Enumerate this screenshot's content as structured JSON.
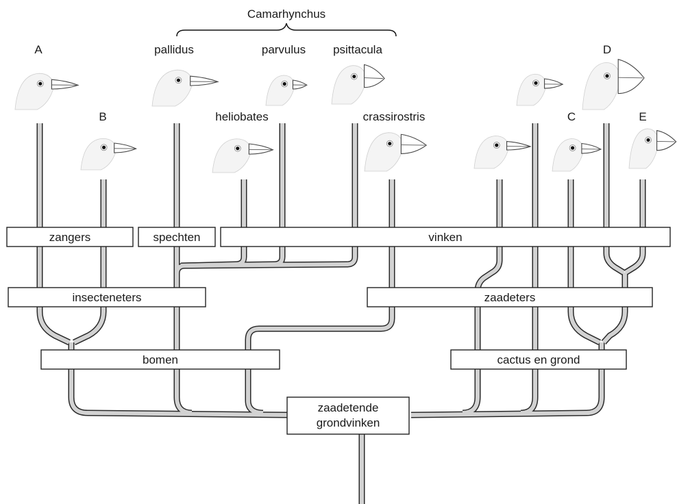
{
  "group_label": "Camarhynchus",
  "species": {
    "A": "A",
    "B": "B",
    "C": "C",
    "D": "D",
    "E": "E",
    "pallidus": "pallidus",
    "parvulus": "parvulus",
    "psittacula": "psittacula",
    "heliobates": "heliobates",
    "crassirostris": "crassirostris"
  },
  "boxes": {
    "zangers": "zangers",
    "spechten": "spechten",
    "vinken": "vinken",
    "insecteneters": "insecteneters",
    "zaadeters": "zaadeters",
    "bomen": "bomen",
    "cactus": "cactus en grond",
    "root_line1": "zaadetende",
    "root_line2": "grondvinken"
  },
  "colors": {
    "tube_fill": "#d2d2d2",
    "tube_edge": "#2a2a2a"
  }
}
